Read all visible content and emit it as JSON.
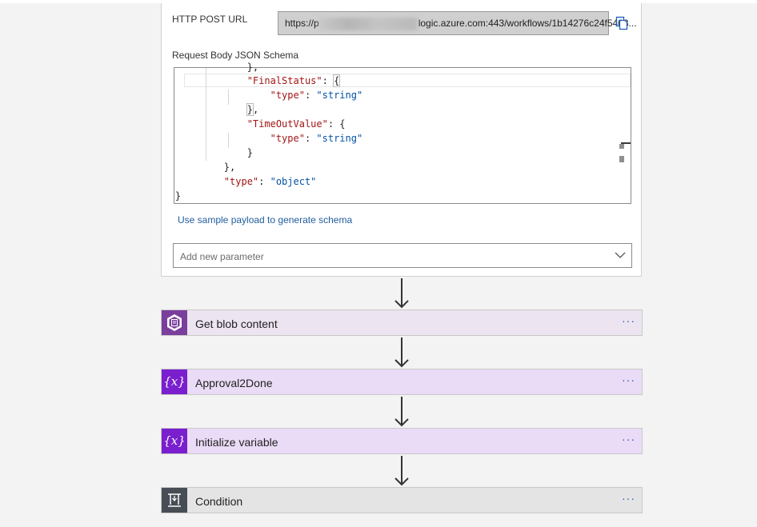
{
  "trigger": {
    "http_post_url_label": "HTTP POST URL",
    "url_prefix": "https://p",
    "url_suffix": "logic.azure.com:443/workflows/1b14276c24f5403...",
    "schema_label": "Request Body JSON Schema",
    "code_lines": [
      "            },",
      "            \"FinalStatus\": {",
      "                \"type\": \"string\"",
      "            },",
      "            \"TimeOutValue\": {",
      "                \"type\": \"string\"",
      "            }",
      "        },",
      "        \"type\": \"object\"",
      "    }"
    ],
    "sample_link": "Use sample payload to generate schema",
    "add_param_placeholder": "Add new parameter"
  },
  "actions": [
    {
      "title": "Get blob content",
      "icon": "blob-storage-icon",
      "icon_color": "#7a3e9d",
      "bg": "#ece4f1"
    },
    {
      "title": "Approval2Done",
      "icon": "variable-icon",
      "icon_glyph": "{x}",
      "icon_color": "#7a1fce",
      "bg": "#eadbf6"
    },
    {
      "title": "Initialize variable",
      "icon": "variable-icon",
      "icon_glyph": "{x}",
      "icon_color": "#7a1fce",
      "bg": "#eadbf6"
    },
    {
      "title": "Condition",
      "icon": "condition-icon",
      "icon_color": "#474d54",
      "bg": "#e4e4e4"
    }
  ],
  "more_label": "···"
}
